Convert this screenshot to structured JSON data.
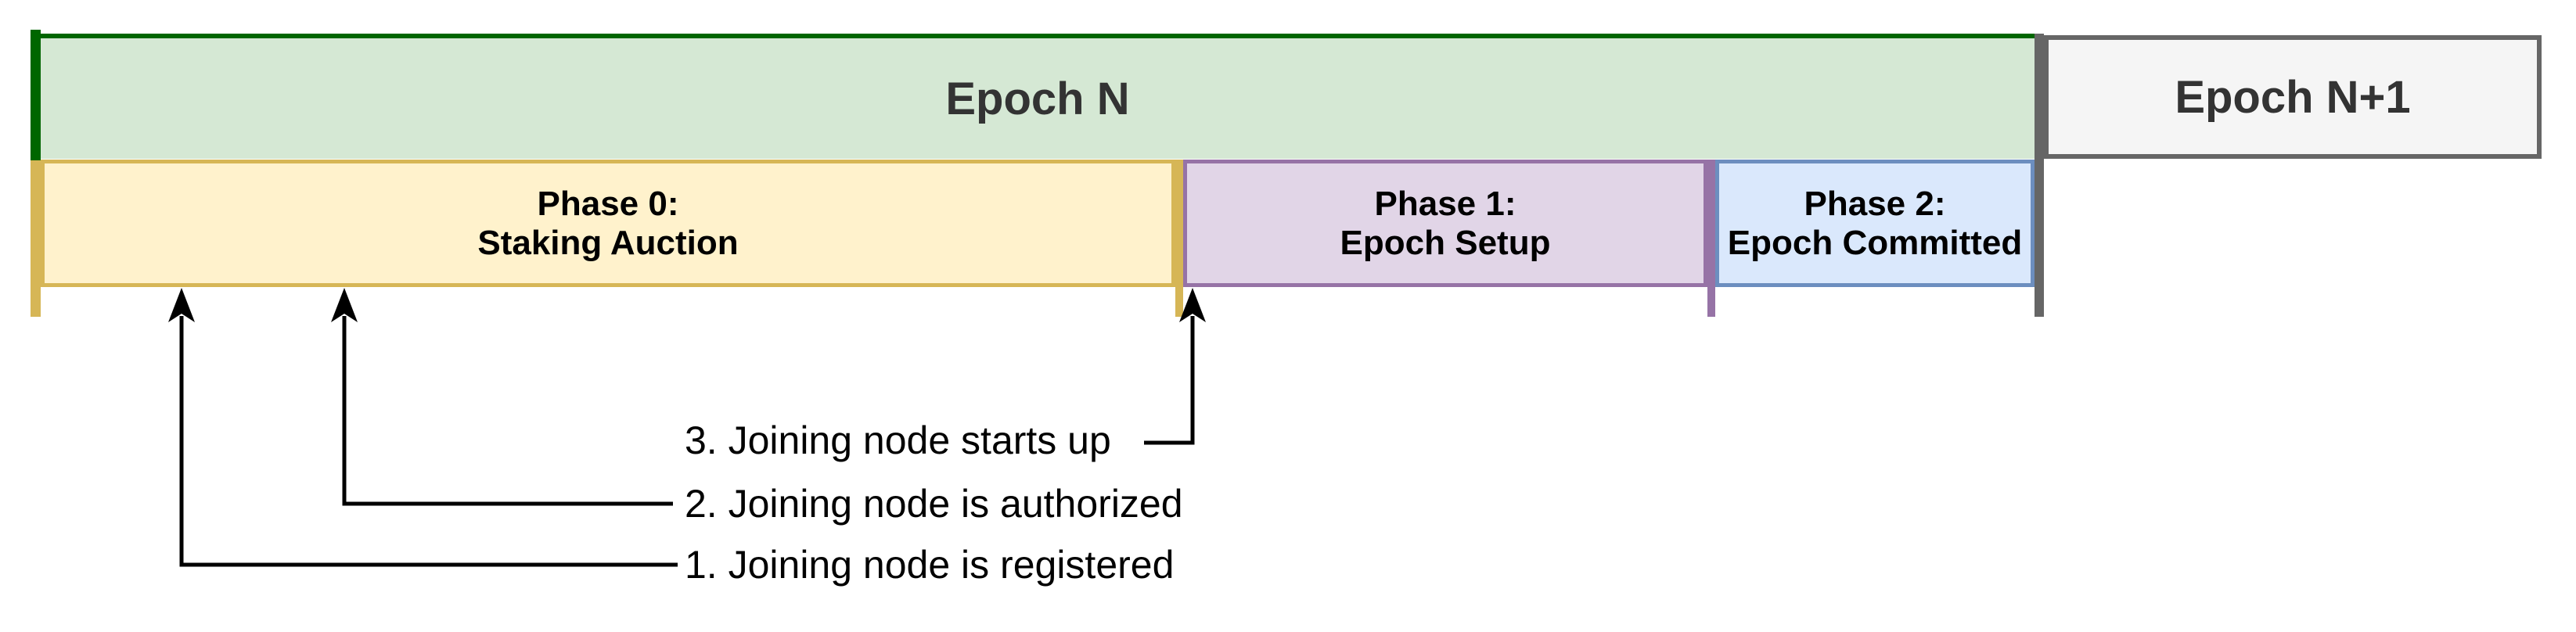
{
  "diagram": {
    "epoch_n": {
      "label": "Epoch N"
    },
    "epoch_next": {
      "label": "Epoch N+1"
    },
    "phases": [
      {
        "title": "Phase 0:",
        "subtitle": "Staking Auction"
      },
      {
        "title": "Phase 1:",
        "subtitle": "Epoch Setup"
      },
      {
        "title": "Phase 2:",
        "subtitle": "Epoch Committed"
      }
    ],
    "annotations": [
      {
        "label": "1. Joining node is registered"
      },
      {
        "label": "2. Joining node is authorized"
      },
      {
        "label": "3. Joining node starts up"
      }
    ],
    "colors": {
      "epoch-fill": "#d5e8d4",
      "epoch-stroke": "#006600",
      "epoch-next-fill": "#f5f5f5",
      "epoch-next-stroke": "#666666",
      "epoch-text": "#333333",
      "phase0-fill": "#fff2cc",
      "phase0-stroke": "#d6b656",
      "phase1-fill": "#e1d5e7",
      "phase1-stroke": "#9673a6",
      "phase2-fill": "#dae8fc",
      "phase2-stroke": "#6c8ebf",
      "phase-text": "#000000",
      "annotation-line": "#000000"
    }
  }
}
